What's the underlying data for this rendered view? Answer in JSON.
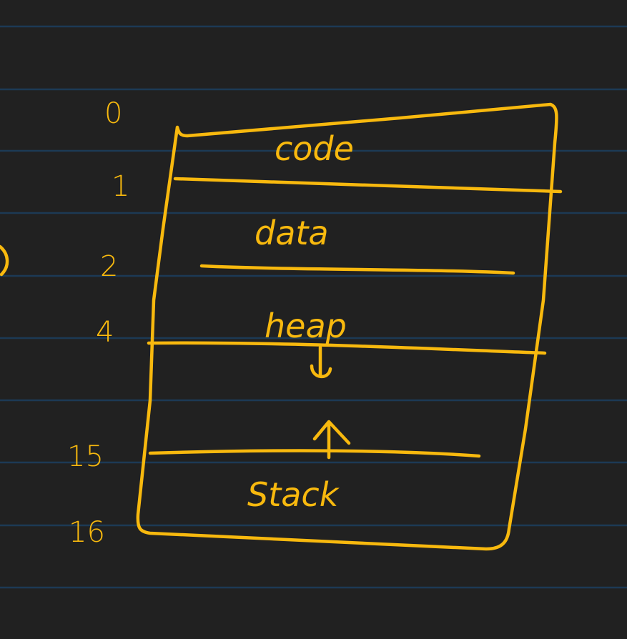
{
  "colors": {
    "background": "#212121",
    "ink": "#f8b90e",
    "rule": "#1c3a55"
  },
  "address_labels": [
    "0",
    "1",
    "2",
    "4",
    "15",
    "16"
  ],
  "segments": [
    "code",
    "data",
    "heap",
    "Stack"
  ],
  "arrows": {
    "heap": "down-arrow",
    "stack": "up-arrow"
  }
}
